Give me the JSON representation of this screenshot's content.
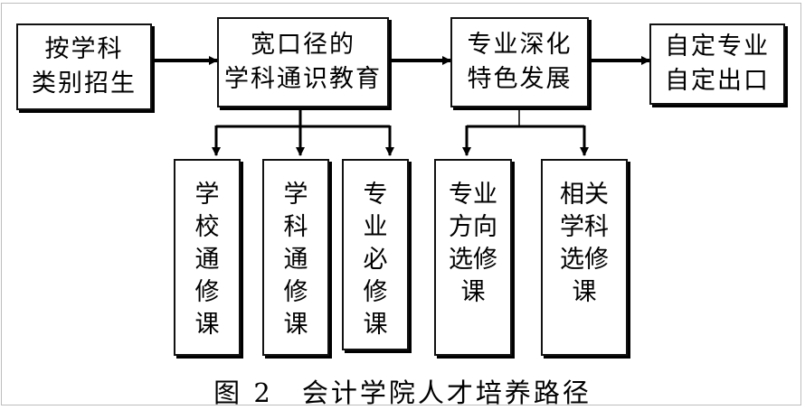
{
  "top_row": [
    {
      "id": "enroll",
      "text": "按学科\n类别招生"
    },
    {
      "id": "general-edu",
      "text": "宽口径的\n学科通识教育"
    },
    {
      "id": "specialize",
      "text": "专业深化\n特色发展"
    },
    {
      "id": "career",
      "text": "自定专业\n自定出口"
    }
  ],
  "courses": [
    {
      "id": "school-general",
      "text": "学\n校\n通\n修\n课"
    },
    {
      "id": "discipline-general",
      "text": "学\n科\n通\n修\n课"
    },
    {
      "id": "major-required",
      "text": "专\n业\n必\n修\n课"
    },
    {
      "id": "major-direction",
      "text": "专业\n方向\n选修\n课"
    },
    {
      "id": "related-elective",
      "text": "相关\n学科\n选修\n课"
    }
  ],
  "caption": "图 2　会计学院人才培养路径"
}
